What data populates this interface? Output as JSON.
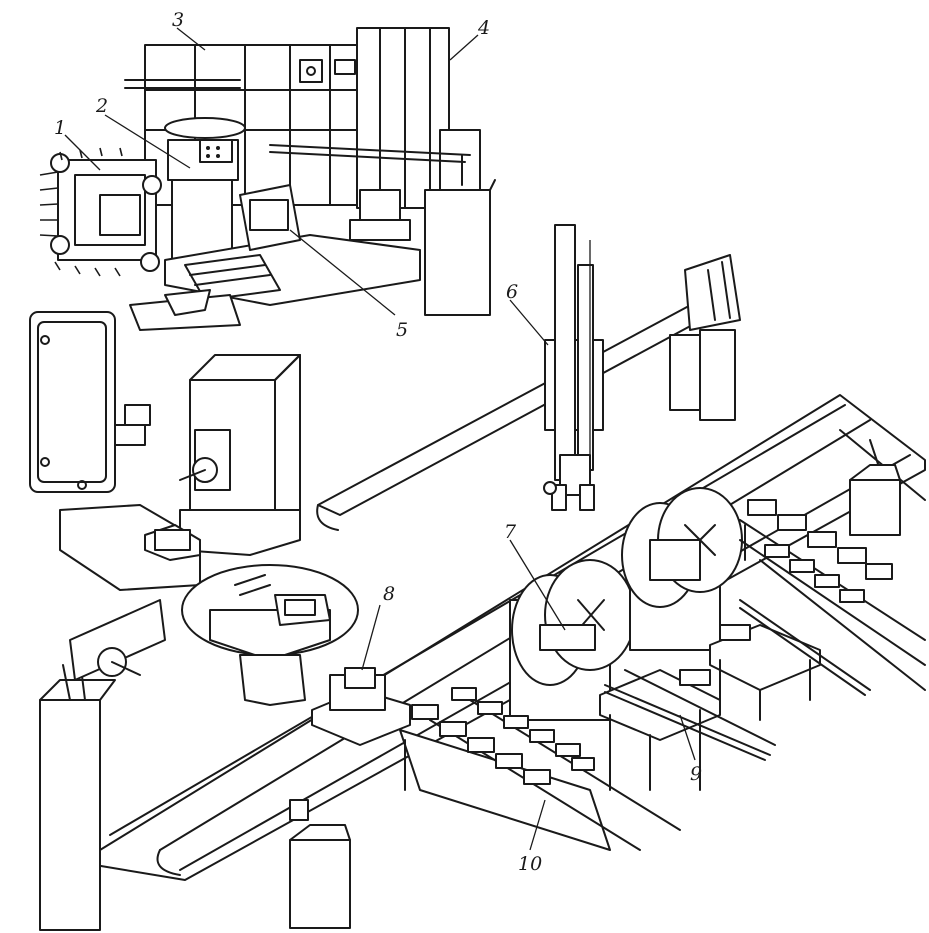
{
  "labels": [
    {
      "id": "1",
      "text": "1"
    },
    {
      "id": "2",
      "text": "2"
    },
    {
      "id": "3",
      "text": "3"
    },
    {
      "id": "4",
      "text": "4"
    },
    {
      "id": "5",
      "text": "5"
    },
    {
      "id": "6",
      "text": "6"
    },
    {
      "id": "7",
      "text": "7"
    },
    {
      "id": "8",
      "text": "8"
    },
    {
      "id": "9",
      "text": "9"
    },
    {
      "id": "10",
      "text": "10"
    }
  ],
  "colors": {
    "ink": "#1a1a1a",
    "paper": "#ffffff"
  }
}
